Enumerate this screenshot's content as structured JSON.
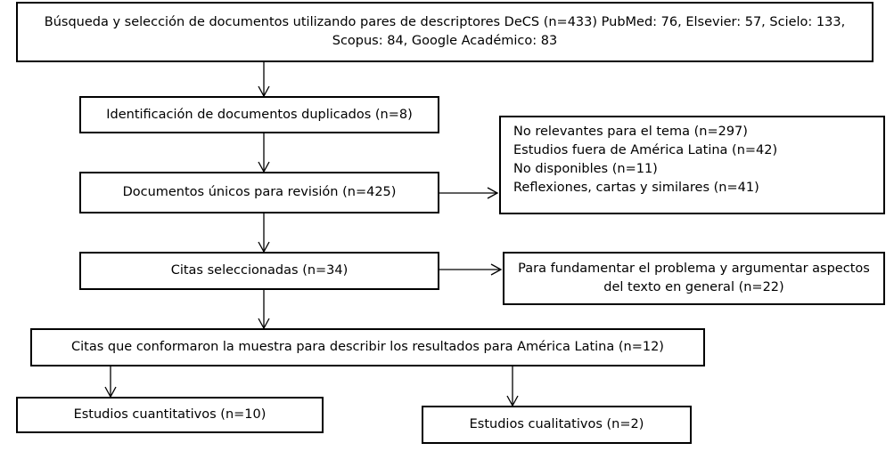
{
  "nodes": {
    "search": {
      "lines": [
        "Búsqueda y selección de documentos utilizando pares de descriptores  DeCS (n=433) PubMed: 76, Elsevier: 57, Scielo: 133,",
        "Scopus: 84, Google Académico: 83"
      ]
    },
    "duplicates": {
      "text": "Identificación de documentos duplicados (n=8)"
    },
    "unique": {
      "text": "Documentos únicos para revisión (n=425)"
    },
    "excluded": {
      "lines": [
        "No relevantes para el tema (n=297)",
        "Estudios fuera de América Latina (n=42)",
        "No disponibles (n=11)",
        "Reflexiones, cartas y similares (n=41)"
      ]
    },
    "selected": {
      "text": "Citas seleccionadas (n=34)"
    },
    "background": {
      "lines": [
        "Para fundamentar el problema y argumentar aspectos",
        "del texto en general (n=22)"
      ]
    },
    "sample": {
      "text": "Citas que conformaron la muestra para describir los resultados para América Latina (n=12)"
    },
    "quantitative": {
      "text": "Estudios cuantitativos (n=10)"
    },
    "qualitative": {
      "text": "Estudios cualitativos (n=2)"
    }
  }
}
